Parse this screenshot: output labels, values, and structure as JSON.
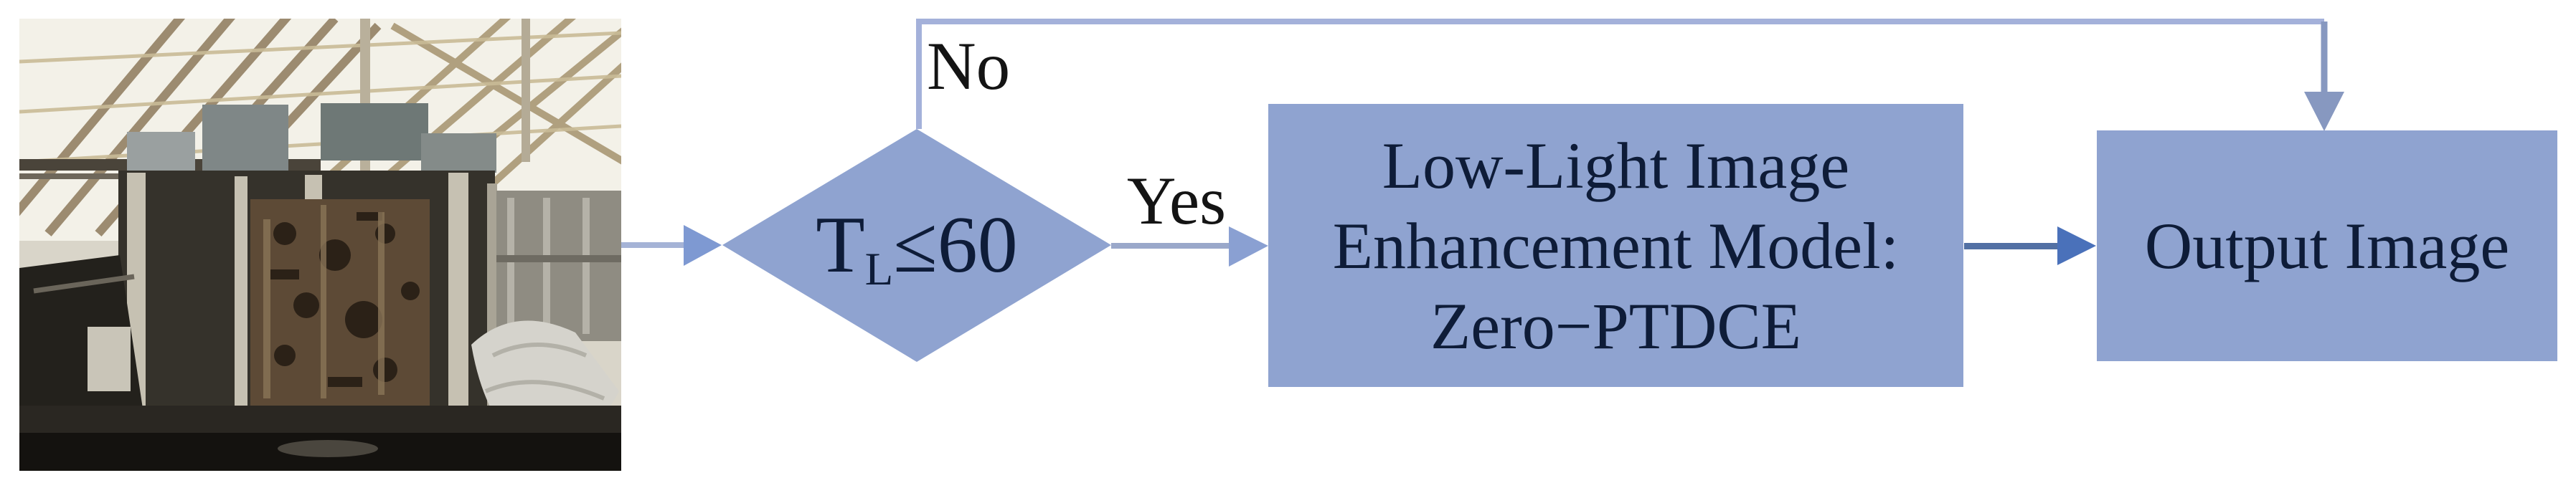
{
  "figure": {
    "photo": {
      "name": "factory-workshop-photo"
    },
    "decision": {
      "base": "T",
      "subscript": "L",
      "condition": "≤60"
    },
    "branch_labels": {
      "no": "No",
      "yes": "Yes"
    },
    "process_box": {
      "lines": [
        "Low-Light Image",
        "Enhancement Model:",
        "Zero−PTDCE"
      ]
    },
    "output_box": {
      "label": "Output Image"
    },
    "colors": {
      "node_fill": "#8fa3d0",
      "flow_line_light": "#a4b1da",
      "flow_line_gray": "#8798c0",
      "arrow_head_muted_blue": "#7e99d2",
      "arrow_head_strong_blue": "#4a71ba",
      "shaft_dark_blue": "#5270a4",
      "text_navy": "#0e1c38"
    }
  }
}
